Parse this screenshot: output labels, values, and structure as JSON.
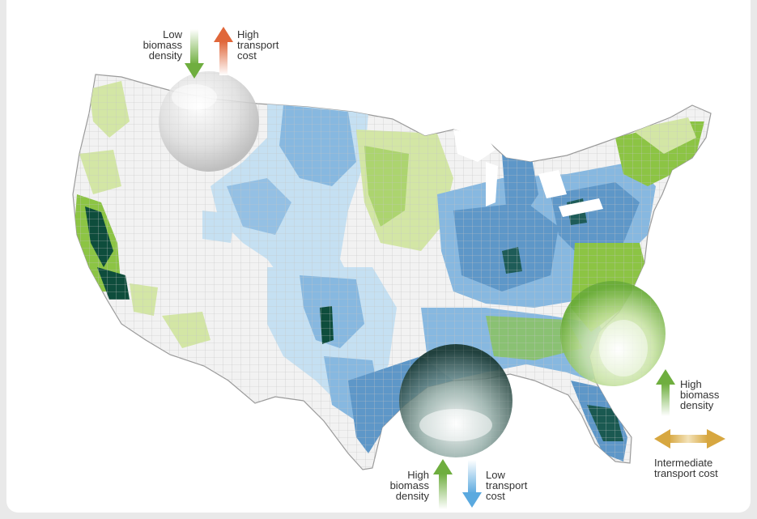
{
  "colors": {
    "no_data": "#f2f2f2",
    "county_border": "#bdbdbd",
    "light_green": "#d3e6a5",
    "green": "#8cc444",
    "dark_green": "#0e4d3c",
    "light_blue": "#c5e0f2",
    "blue": "#87b8e0",
    "mid_blue": "#5e97c8",
    "arrow_green": "#6fae3f",
    "arrow_orange": "#e0673a",
    "arrow_blue": "#5aa9df",
    "arrow_gold": "#d7a740"
  },
  "legends": {
    "northwest": {
      "biomass": [
        "Low",
        "biomass",
        "density"
      ],
      "transport": [
        "High",
        "transport",
        "cost"
      ],
      "biomass_arrow": "down-arrow-green",
      "transport_arrow": "up-arrow-orange"
    },
    "gulf": {
      "biomass": [
        "High",
        "biomass",
        "density"
      ],
      "transport": [
        "Low",
        "transport",
        "cost"
      ],
      "biomass_arrow": "up-arrow-green",
      "transport_arrow": "down-arrow-blue"
    },
    "southeast": {
      "biomass": [
        "High",
        "biomass",
        "density"
      ],
      "transport": [
        "Intermediate",
        "transport cost"
      ],
      "biomass_arrow": "up-arrow-green",
      "transport_arrow": "double-arrow-gold"
    }
  }
}
